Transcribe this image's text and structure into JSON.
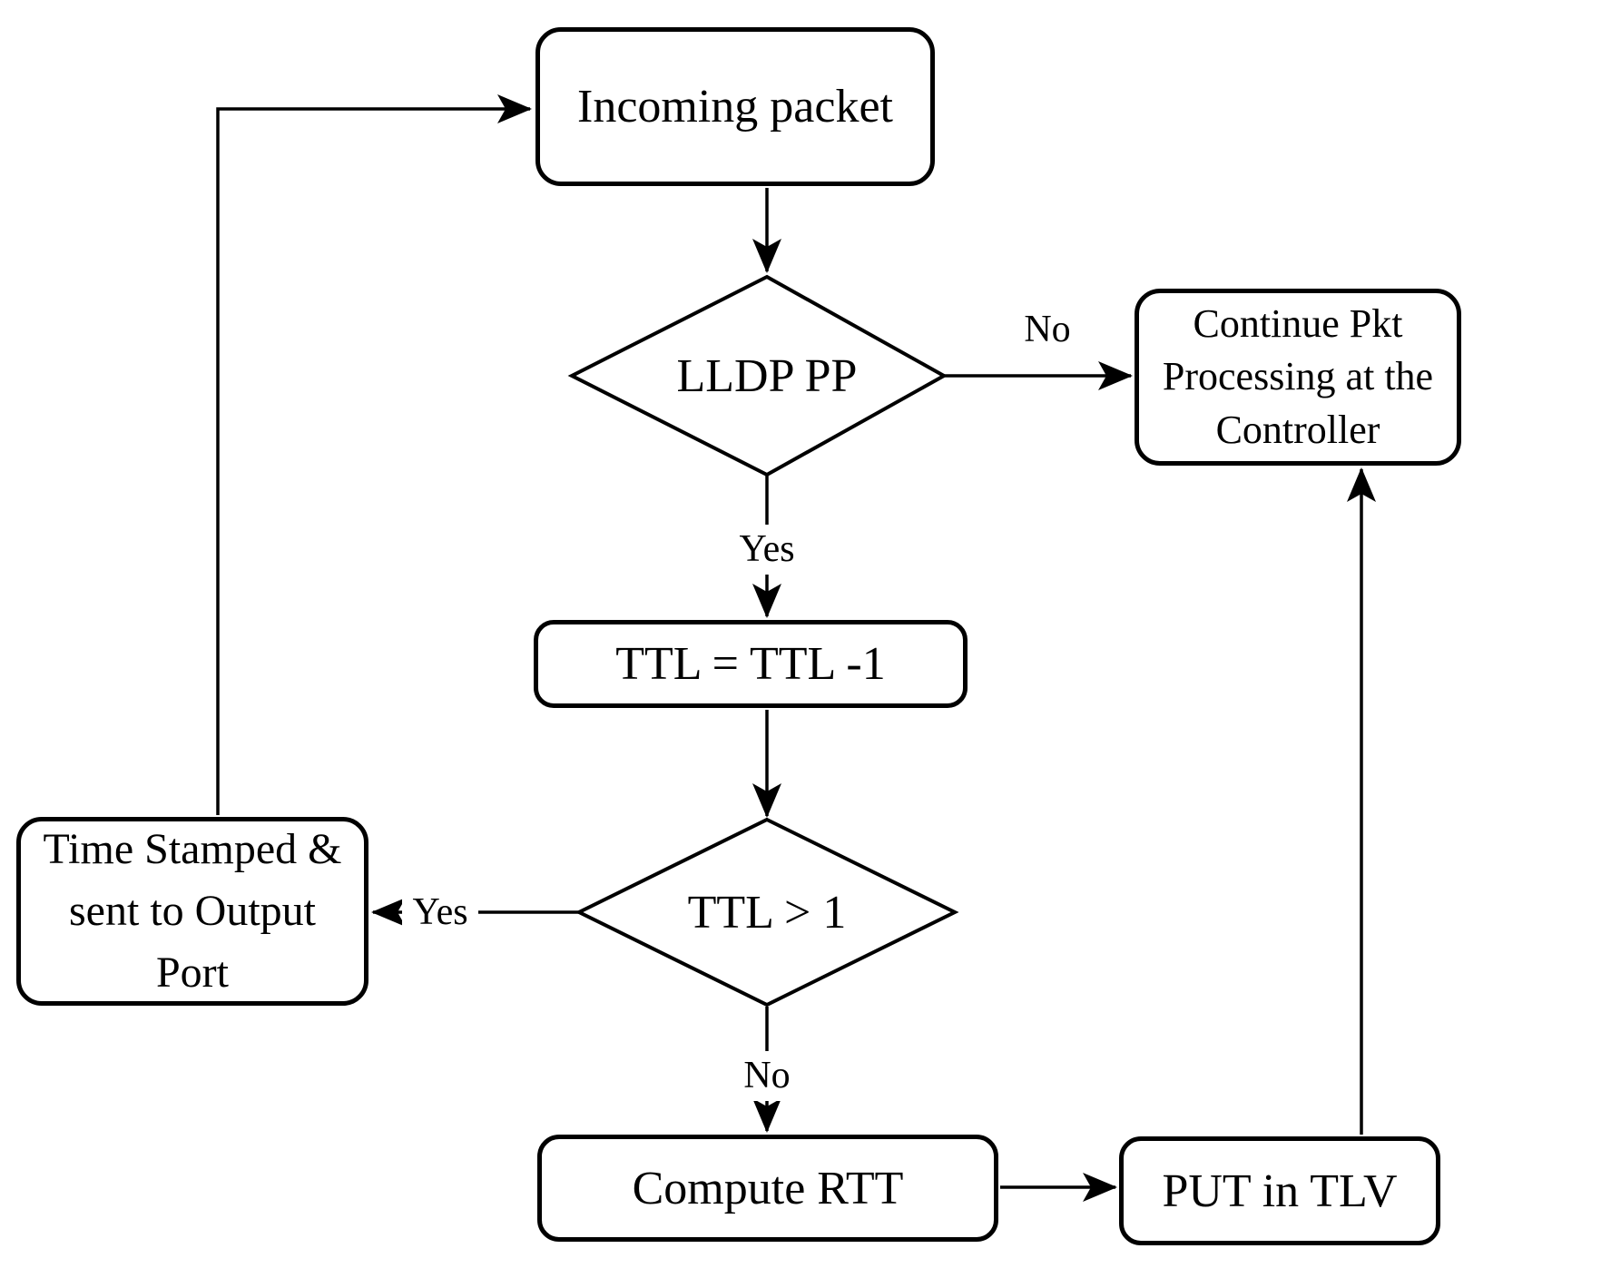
{
  "diagram": {
    "background": "#ffffff",
    "stroke_color": "#000000",
    "nodes": {
      "incoming_packet": {
        "label": "Incoming packet"
      },
      "lldp_pp": {
        "label": "LLDP PP"
      },
      "continue_processing": {
        "lines": [
          "Continue Pkt",
          "Processing at the",
          "Controller"
        ]
      },
      "ttl_decrement": {
        "label": "TTL = TTL -1"
      },
      "ttl_check": {
        "label": "TTL > 1"
      },
      "time_stamped": {
        "lines": [
          "Time Stamped &",
          "sent to Output",
          "Port"
        ]
      },
      "compute_rtt": {
        "label": "Compute RTT"
      },
      "put_in_tlv": {
        "label": "PUT in TLV"
      }
    },
    "edge_labels": {
      "lldp_no": "No",
      "lldp_yes": "Yes",
      "ttl_yes": "Yes",
      "ttl_no": "No"
    }
  }
}
